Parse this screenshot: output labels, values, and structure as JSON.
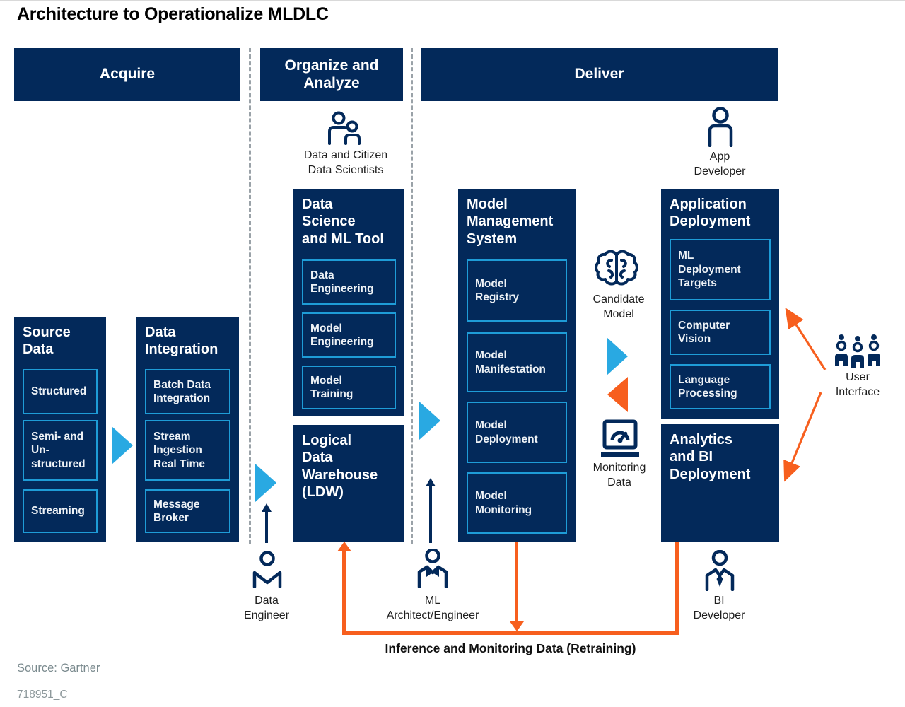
{
  "title": "Architecture to Operationalize MLDLC",
  "colors": {
    "navy": "#03295a",
    "light_blue": "#29a9e2",
    "subbox_border_blue": "#1e9cd7",
    "orange": "#f75f1e",
    "dash_gray": "#9aa2a8",
    "footer_gray": "#7a8a8e"
  },
  "phases": {
    "acquire": "Acquire",
    "organize": "Organize and\nAnalyze",
    "deliver": "Deliver"
  },
  "boxes": {
    "source_data": {
      "title": "Source\nData",
      "items": [
        "Structured",
        "Semi- and\nUn-\nstructured",
        "Streaming"
      ]
    },
    "data_integration": {
      "title": "Data\nIntegration",
      "items": [
        "Batch Data\nIntegration",
        "Stream\nIngestion\nReal Time",
        "Message\nBroker"
      ]
    },
    "ds_ml": {
      "title": "Data\nScience\nand ML Tool",
      "items": [
        "Data\nEngineering",
        "Model\nEngineering",
        "Model\nTraining"
      ]
    },
    "ldw": {
      "title": "Logical\nData\nWarehouse\n(LDW)"
    },
    "mms": {
      "title": "Model\nManagement\nSystem",
      "items": [
        "Model\nRegistry",
        "Model\nManifestation",
        "Model\nDeployment",
        "Model\nMonitoring"
      ]
    },
    "app_deploy": {
      "title": "Application\nDeployment",
      "items": [
        "ML\nDeployment\nTargets",
        "Computer\nVision",
        "Language\nProcessing"
      ]
    },
    "bi_deploy": {
      "title": "Analytics\nand BI\nDeployment"
    }
  },
  "actors": {
    "data_scientists": "Data and Citizen\nData Scientists",
    "app_developer": "App\nDeveloper",
    "candidate_model": "Candidate\nModel",
    "monitoring_data": "Monitoring\nData",
    "user_interface": "User\nInterface",
    "data_engineer": "Data\nEngineer",
    "ml_architect": "ML\nArchitect/Engineer",
    "bi_developer": "BI\nDeveloper"
  },
  "annotations": {
    "retraining": "Inference and Monitoring Data (Retraining)"
  },
  "footer": {
    "source": "Source: Gartner",
    "doc_id": "718951_C"
  }
}
